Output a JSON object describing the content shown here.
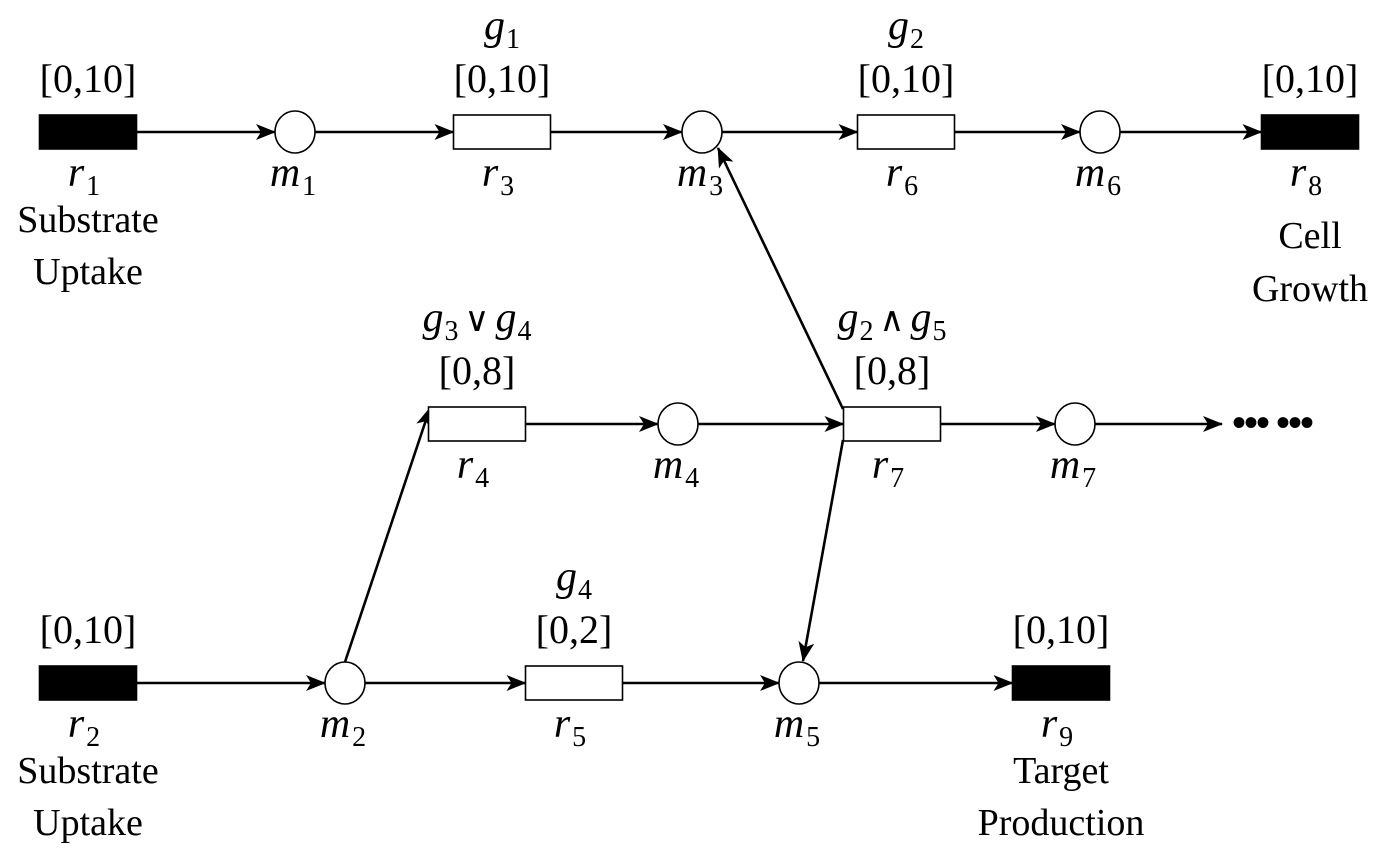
{
  "diagram": {
    "colors": {
      "exchange_fill": "#000000",
      "reaction_fill": "#ffffff",
      "stroke": "#000000"
    },
    "reactions": [
      {
        "id": "r1",
        "name": "r",
        "index": "1",
        "bound": "[0,10]",
        "gene": "",
        "caption": [
          "Substrate",
          "Uptake"
        ],
        "kind": "exchange"
      },
      {
        "id": "r2",
        "name": "r",
        "index": "2",
        "bound": "[0,10]",
        "gene": "",
        "caption": [
          "Substrate",
          "Uptake"
        ],
        "kind": "exchange"
      },
      {
        "id": "r3",
        "name": "r",
        "index": "3",
        "bound": "[0,10]",
        "gene": {
          "parts": [
            {
              "v": "g",
              "i": "1"
            }
          ],
          "op": ""
        },
        "caption": [],
        "kind": "internal"
      },
      {
        "id": "r4",
        "name": "r",
        "index": "4",
        "bound": "[0,8]",
        "gene": {
          "parts": [
            {
              "v": "g",
              "i": "3"
            },
            {
              "v": "g",
              "i": "4"
            }
          ],
          "op": "∨"
        },
        "caption": [],
        "kind": "internal"
      },
      {
        "id": "r5",
        "name": "r",
        "index": "5",
        "bound": "[0,2]",
        "gene": {
          "parts": [
            {
              "v": "g",
              "i": "4"
            }
          ],
          "op": ""
        },
        "caption": [],
        "kind": "internal"
      },
      {
        "id": "r6",
        "name": "r",
        "index": "6",
        "bound": "[0,10]",
        "gene": {
          "parts": [
            {
              "v": "g",
              "i": "2"
            }
          ],
          "op": ""
        },
        "caption": [],
        "kind": "internal"
      },
      {
        "id": "r7",
        "name": "r",
        "index": "7",
        "bound": "[0,8]",
        "gene": {
          "parts": [
            {
              "v": "g",
              "i": "2"
            },
            {
              "v": "g",
              "i": "5"
            }
          ],
          "op": "∧"
        },
        "caption": [],
        "kind": "internal"
      },
      {
        "id": "r8",
        "name": "r",
        "index": "8",
        "bound": "[0,10]",
        "gene": "",
        "caption": [
          "Cell",
          "Growth"
        ],
        "kind": "exchange"
      },
      {
        "id": "r9",
        "name": "r",
        "index": "9",
        "bound": "[0,10]",
        "gene": "",
        "caption": [
          "Target",
          "Production"
        ],
        "kind": "exchange"
      }
    ],
    "metabolites": [
      {
        "id": "m1",
        "name": "m",
        "index": "1"
      },
      {
        "id": "m2",
        "name": "m",
        "index": "2"
      },
      {
        "id": "m3",
        "name": "m",
        "index": "3"
      },
      {
        "id": "m4",
        "name": "m",
        "index": "4"
      },
      {
        "id": "m5",
        "name": "m",
        "index": "5"
      },
      {
        "id": "m6",
        "name": "m",
        "index": "6"
      },
      {
        "id": "m7",
        "name": "m",
        "index": "7"
      }
    ],
    "edges": [
      {
        "from": "r1",
        "to": "m1"
      },
      {
        "from": "m1",
        "to": "r3"
      },
      {
        "from": "r3",
        "to": "m3"
      },
      {
        "from": "m3",
        "to": "r6"
      },
      {
        "from": "r6",
        "to": "m6"
      },
      {
        "from": "m6",
        "to": "r8"
      },
      {
        "from": "r2",
        "to": "m2"
      },
      {
        "from": "m2",
        "to": "r5"
      },
      {
        "from": "r5",
        "to": "m5"
      },
      {
        "from": "m5",
        "to": "r9"
      },
      {
        "from": "m2",
        "to": "r4"
      },
      {
        "from": "r4",
        "to": "m4"
      },
      {
        "from": "m4",
        "to": "r7"
      },
      {
        "from": "r7",
        "to": "m7"
      },
      {
        "from": "r7",
        "to": "m3"
      },
      {
        "from": "r7",
        "to": "m5"
      },
      {
        "from": "m7",
        "to": "continuation"
      }
    ],
    "continuation": "••• •••"
  }
}
